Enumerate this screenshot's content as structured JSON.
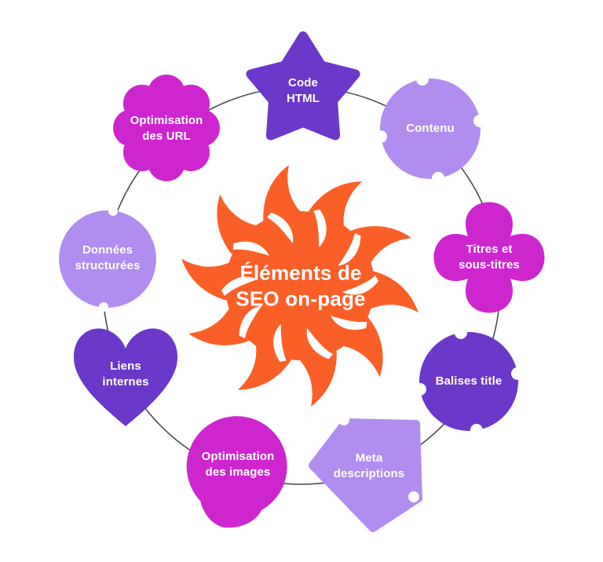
{
  "diagram": {
    "title": "Éléments de SEO on-page",
    "center": {
      "line1": "Éléments de",
      "line2": "SEO on-page",
      "color": "#FB5F28"
    },
    "ring_color": "#4d4d4d",
    "background_color": "#ffffff",
    "palette": {
      "dark_purple": "#6B38C9",
      "light_purple": "#B18DF0",
      "magenta": "#CE26CE",
      "orange": "#FB5F28"
    },
    "nodes": [
      {
        "id": "code-html",
        "label": "Code HTML",
        "shape": "star",
        "color": "#6B38C9"
      },
      {
        "id": "contenu",
        "label": "Contenu",
        "shape": "notched-circle",
        "color": "#B18DF0"
      },
      {
        "id": "titres-et-sous-titres",
        "label": "Titres et sous-titres",
        "shape": "four-petal",
        "color": "#CE26CE"
      },
      {
        "id": "balises-title",
        "label": "Balises title",
        "shape": "notched-circle",
        "color": "#6B38C9"
      },
      {
        "id": "meta-descriptions",
        "label": "Meta descriptions",
        "shape": "pentagon",
        "color": "#B18DF0"
      },
      {
        "id": "optimisation-des-images",
        "label": "Optimisation des images",
        "shape": "teardrop",
        "color": "#CE26CE"
      },
      {
        "id": "liens-internes",
        "label": "Liens internes",
        "shape": "heart",
        "color": "#6B38C9"
      },
      {
        "id": "donnees-structurees",
        "label": "Données structurées",
        "shape": "circle",
        "color": "#B18DF0"
      },
      {
        "id": "optimisation-des-url",
        "label": "Optimisation des URL",
        "shape": "scalloped-badge",
        "color": "#CE26CE"
      }
    ]
  }
}
